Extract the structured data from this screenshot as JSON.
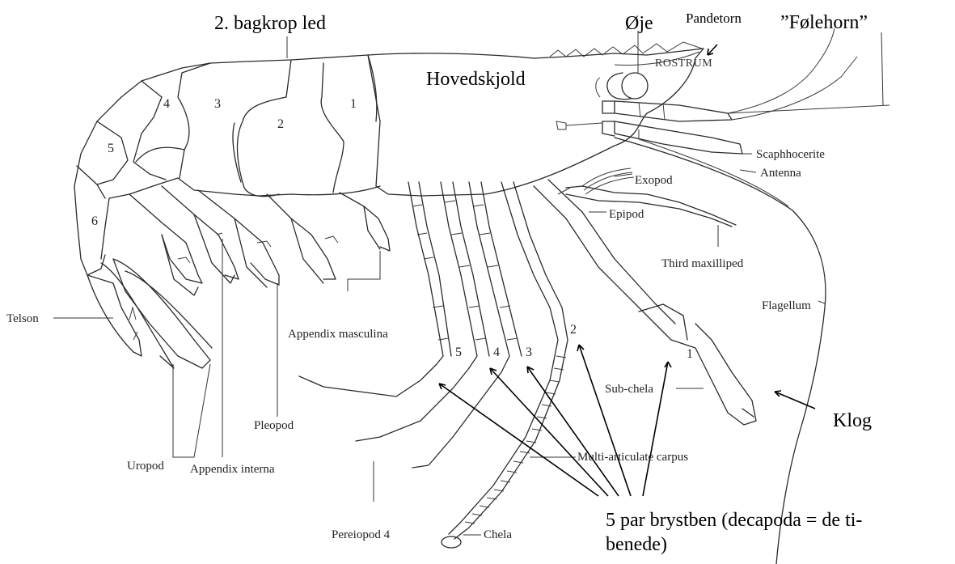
{
  "labels": {
    "bagkrop": "2. bagkrop led",
    "oje": "Øje",
    "pandetorn": "Pandetorn",
    "folehorn": "”Følehorn”",
    "rostrum": "ROSTRUM",
    "hovedskjold": "Hovedskjold",
    "scaphhocerite": "Scaphhocerite",
    "antenna": "Antenna",
    "exopod": "Exopod",
    "epipod": "Epipod",
    "third_maxilliped": "Third maxilliped",
    "flagellum": "Flagellum",
    "telson": "Telson",
    "appendix_masculina": "Appendix masculina",
    "sub_chela": "Sub-chela",
    "klog": "Klog",
    "pleopod": "Pleopod",
    "uropod": "Uropod",
    "appendix_interna": "Appendix interna",
    "multi_carpus": "Multi-articulate carpus",
    "pereiopod4": "Pereiopod 4",
    "chela": "Chela",
    "brystben_line1": "5 par brystben (decapoda = de ti-",
    "brystben_line2": "benede)"
  },
  "segment_numbers": [
    "1",
    "2",
    "3",
    "4",
    "5",
    "6"
  ],
  "leg_numbers": [
    "1",
    "2",
    "3",
    "4",
    "5"
  ]
}
